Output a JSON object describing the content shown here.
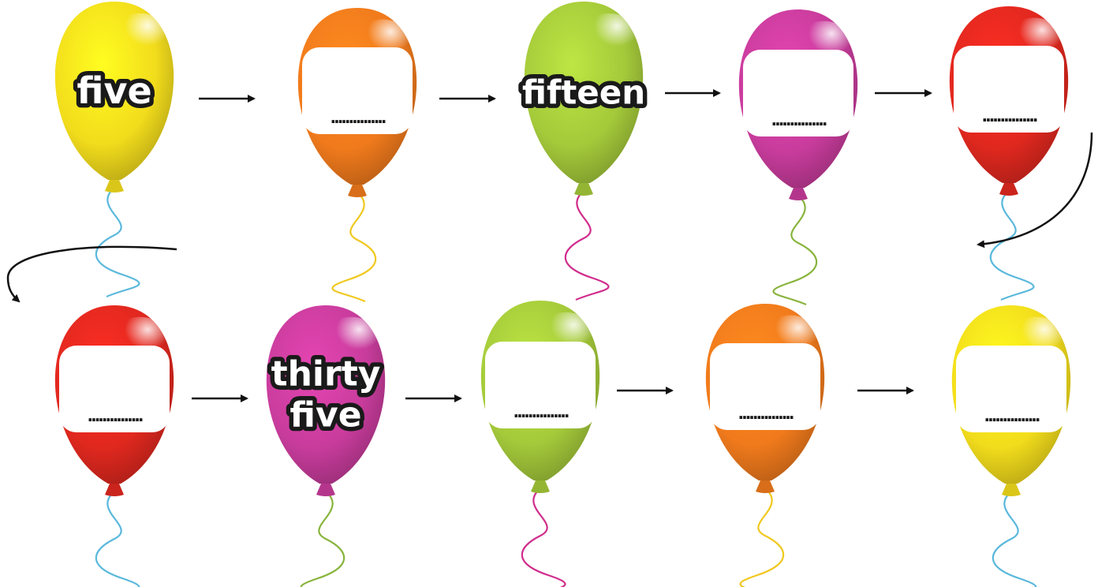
{
  "colors": {
    "yellow": "#f2dc1c",
    "orange": "#f07a1c",
    "green": "#a4c93a",
    "magenta": "#c83c9c",
    "red": "#e0281f"
  },
  "rows": [
    [
      {
        "color": "yellow",
        "string": "blue",
        "text": [
          "five"
        ],
        "blank": false
      },
      {
        "color": "orange",
        "string": "yellow",
        "text": [],
        "blank": true
      },
      {
        "color": "green",
        "string": "magenta",
        "text": [
          "fifteen"
        ],
        "blank": false
      },
      {
        "color": "magenta",
        "string": "green",
        "text": [],
        "blank": true
      },
      {
        "color": "red",
        "string": "blue",
        "text": [],
        "blank": true
      }
    ],
    [
      {
        "color": "red",
        "string": "blue",
        "text": [],
        "blank": true
      },
      {
        "color": "magenta",
        "string": "green",
        "text": [
          "thirty",
          "five"
        ],
        "blank": false
      },
      {
        "color": "green",
        "string": "magenta",
        "text": [],
        "blank": true
      },
      {
        "color": "orange",
        "string": "yellow",
        "text": [],
        "blank": true
      },
      {
        "color": "yellow",
        "string": "blue",
        "text": [],
        "blank": true
      }
    ]
  ],
  "string_colors": {
    "blue": "#5ab8dc",
    "yellow": "#f0c81e",
    "magenta": "#d02c8c",
    "green": "#88b43c"
  },
  "blank_line": "..............."
}
